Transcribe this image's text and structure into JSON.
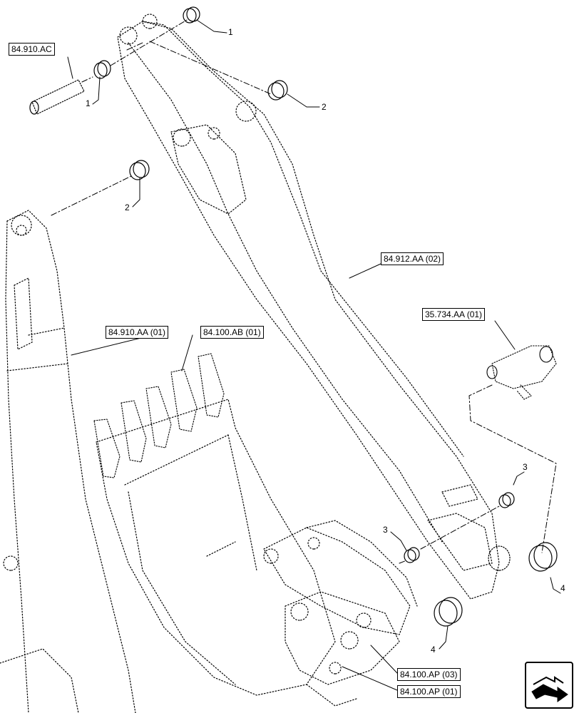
{
  "references": {
    "pin": "84.910.AC",
    "arm": "84.912.AA (02)",
    "cylinder": "35.734.AA (01)",
    "boom": "84.910.AA (01)",
    "bucket": "84.100.AB (01)",
    "link_a": "84.100.AP (03)",
    "link_b": "84.100.AP (01)"
  },
  "callouts": {
    "top_bushing": "1",
    "left_bushing": "1",
    "right_upper_bushing": "2",
    "left_lower_bushing": "2",
    "right_small_bushing": "3",
    "center_small_bushing": "3",
    "right_seal": "4",
    "center_seal": "4"
  },
  "nav_icon": "next-page-arrow-icon"
}
